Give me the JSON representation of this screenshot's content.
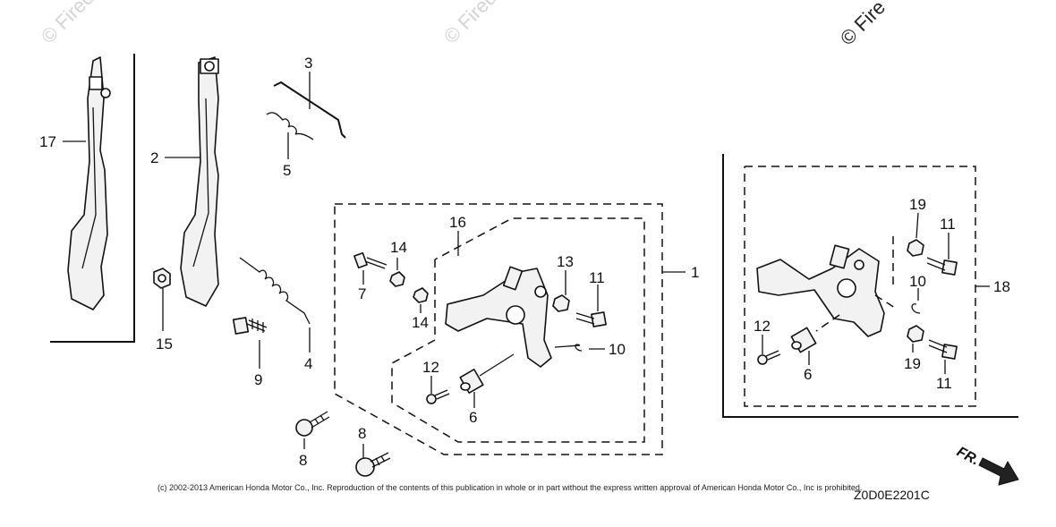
{
  "watermark": {
    "text1": "© Firedog.com",
    "text2": "© Firedog.com",
    "text3": "© Fire"
  },
  "callouts": {
    "c1": "1",
    "c2": "2",
    "c3": "3",
    "c4": "4",
    "c5": "5",
    "c6a": "6",
    "c6b": "6",
    "c7": "7",
    "c8a": "8",
    "c8b": "8",
    "c9": "9",
    "c10a": "10",
    "c10b": "10",
    "c11a": "11",
    "c11b": "11",
    "c11c": "11",
    "c12a": "12",
    "c12b": "12",
    "c13": "13",
    "c14a": "14",
    "c14b": "14",
    "c15": "15",
    "c16": "16",
    "c17": "17",
    "c18": "18",
    "c19a": "19",
    "c19b": "19"
  },
  "direction_label": "FR.",
  "footer": {
    "copyright": "(c) 2002-2013 American Honda Motor Co., Inc. Reproduction of the contents of this publication in whole or in part without the express written approval of American Honda Motor Co., Inc is prohibited.",
    "diagram_code": "Z0D0E2201C"
  }
}
